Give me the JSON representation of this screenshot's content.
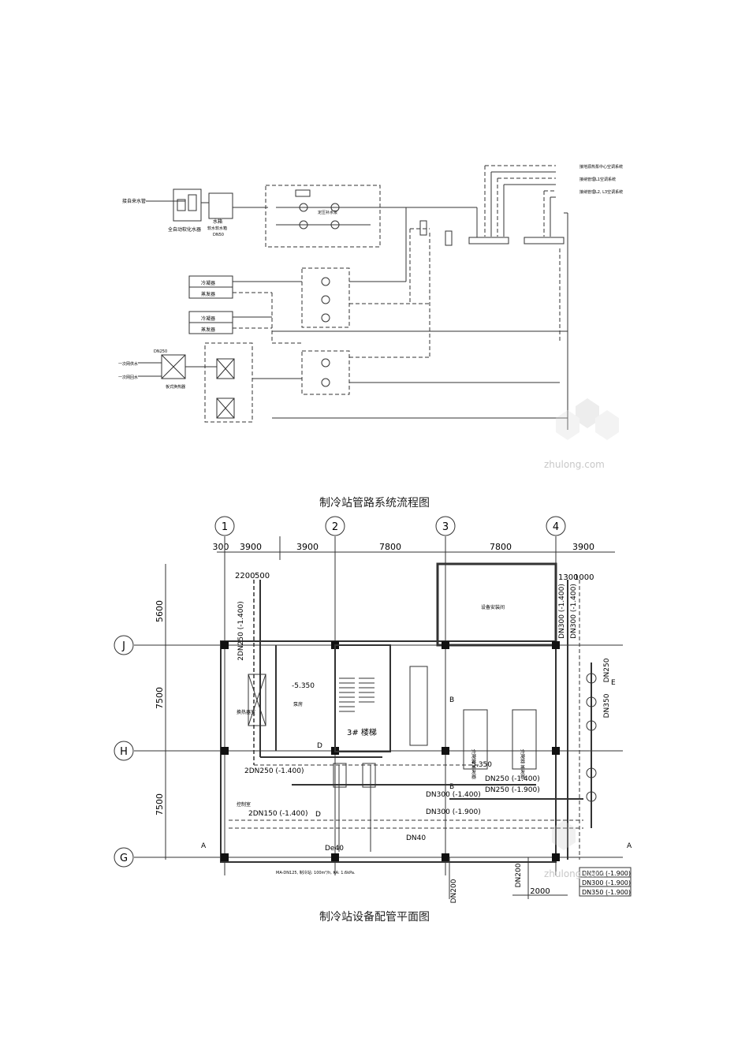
{
  "flow": {
    "caption": "制冷站管路系统流程图",
    "labels": {
      "domestic_water": "接自来水管",
      "softener": "全自动软化水器",
      "tank": "水箱",
      "tank_sub": "软水软水箱",
      "dn50": "DN50",
      "pump_group": "定压补水泵",
      "chiller": "冷凝器",
      "evaporator": "蒸发器",
      "supply_1": "一次网供水",
      "return_1": "一次网回水",
      "hx": "板式换热器",
      "dn250": "DN250",
      "sys_a": "接地源热泵中心空调系统",
      "sys_b": "接纳管理L1空调系统",
      "sys_c": "接纳管理L2, L3空调系统"
    },
    "watermark": "zhulong.com"
  },
  "plan": {
    "caption": "制冷站设备配管平面图",
    "axes_top": [
      "1",
      "2",
      "3",
      "4"
    ],
    "axes_left": [
      "J",
      "H",
      "G"
    ],
    "dims_top": [
      "300",
      "3900",
      "3900",
      "7800",
      "7800",
      "3900"
    ],
    "dims_left": [
      "5600",
      "7500",
      "7500"
    ],
    "sub_dims": [
      "2200",
      "500",
      "1300",
      "1000"
    ],
    "labels": {
      "equip_room": "设备安装间",
      "level_1": "-5.350",
      "level_2": "-5.350",
      "stair": "3# 楼梯",
      "pipe_a": "2DN250 (-1.400)",
      "pipe_b": "2DN250 (-1.400)",
      "pipe_c": "2DN150 (-1.400)",
      "pipe_d": "DN250 (-1.400)",
      "pipe_e": "DN250 (-1.900)",
      "pipe_f": "DN300 (-1.400)",
      "pipe_g": "DN300 (-1.900)",
      "pipe_h": "DN300 (-1.400)",
      "pipe_i": "DN300 (-1.400)",
      "pipe_j": "DN250",
      "pipe_k": "DN350",
      "dn40": "DN40",
      "de40": "De40",
      "dn200_a": "DN200",
      "dn200_b": "DN200",
      "dim_2000": "2000",
      "legend_1": "DN300 (-1.900)",
      "legend_2": "DN300 (-1.900)",
      "legend_3": "DN350 (-1.900)",
      "section_a": "A",
      "section_b": "B",
      "section_d": "D",
      "section_e": "E",
      "room_hx": "换热器室",
      "room_pump": "泵房",
      "room_ctrl": "控制室",
      "chiller_1": "冷凝器 蒸发器",
      "chiller_2": "冷凝器 蒸发器",
      "note": "MA-DN125, 制冷站: 100m³/h, KA: 1.6kPa."
    },
    "watermark": "zhulong.com"
  }
}
